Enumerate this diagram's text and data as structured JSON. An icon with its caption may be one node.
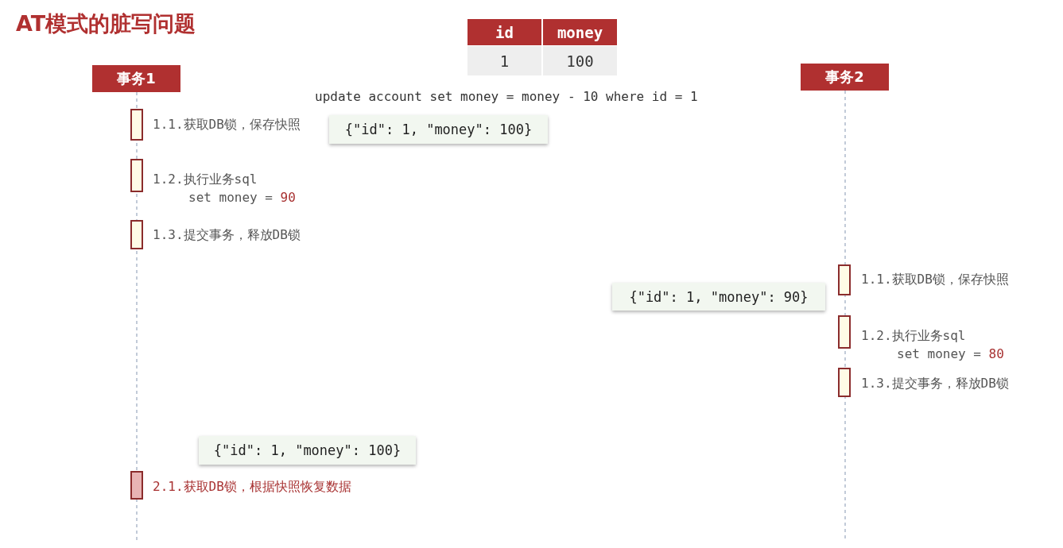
{
  "diagram": {
    "title": "AT模式的脏写问题",
    "nodes": [
      {
        "text": [
          "事务1"
        ]
      },
      {
        "text": [
          "事务2"
        ]
      },
      {
        "text": [],
        "shape": "bar",
        "beside": [
          "1.1.获取DB锁，保存快照"
        ]
      },
      {
        "text": [
          "{\"id\": 1, \"money\": 100}"
        ]
      },
      {
        "text": [],
        "shape": "bar",
        "beside": [
          "1.2.执行业务sql",
          "set money = 90"
        ]
      },
      {
        "text": [],
        "shape": "bar",
        "beside": [
          "1.3.提交事务，释放DB锁"
        ]
      },
      {
        "text": [],
        "shape": "bar",
        "beside": [
          "1.1.获取DB锁，保存快照"
        ]
      },
      {
        "text": [
          "{\"id\": 1, \"money\": 90}"
        ]
      },
      {
        "text": [],
        "shape": "bar",
        "beside": [
          "1.2.执行业务sql",
          "set money = 80"
        ]
      },
      {
        "text": [],
        "shape": "bar",
        "beside": [
          "1.3.提交事务，释放DB锁"
        ]
      },
      {
        "text": [
          "{\"id\": 1, \"money\": 100}"
        ]
      },
      {
        "text": [],
        "shape": "bar",
        "beside": [
          "2.1.获取DB锁，根据快照恢复数据"
        ]
      }
    ],
    "labels": [
      "id",
      "money",
      "1",
      "100",
      "update account set money = money - 10 where id = 1"
    ]
  }
}
